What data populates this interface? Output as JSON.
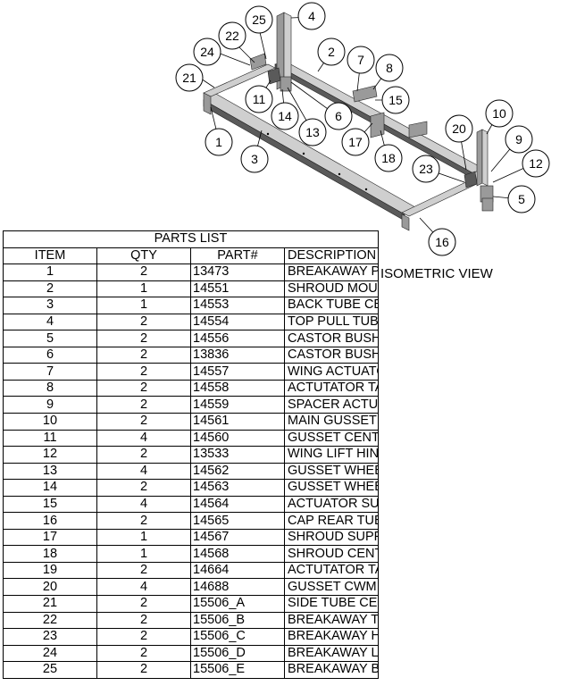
{
  "view_label": "ISOMETRIC VIEW",
  "balloons": [
    "1",
    "2",
    "3",
    "4",
    "5",
    "6",
    "7",
    "8",
    "9",
    "10",
    "11",
    "12",
    "13",
    "14",
    "15",
    "16",
    "17",
    "18",
    "20",
    "21",
    "22",
    "23",
    "24",
    "25"
  ],
  "parts_list": {
    "title": "PARTS LIST",
    "headers": {
      "item": "ITEM",
      "qty": "QTY",
      "part": "PART#",
      "description": "DESCRIPTION"
    },
    "rows": [
      {
        "item": "1",
        "qty": "2",
        "part": "13473",
        "description": "BREAKAWAY PIVOT WA/FA"
      },
      {
        "item": "2",
        "qty": "1",
        "part": "14551",
        "description": "SHROUD MOUNT CENTER TUBE"
      },
      {
        "item": "3",
        "qty": "1",
        "part": "14553",
        "description": "BACK TUBE CENTER FRAME"
      },
      {
        "item": "4",
        "qty": "2",
        "part": "14554",
        "description": "TOP PULL TUBE"
      },
      {
        "item": "5",
        "qty": "2",
        "part": "14556",
        "description": "CASTOR BUSHING MOUNT"
      },
      {
        "item": "6",
        "qty": "2",
        "part": "13836",
        "description": "CASTOR BUSHING"
      },
      {
        "item": "7",
        "qty": "2",
        "part": "14557",
        "description": "WING ACTUATOR MT TUBE"
      },
      {
        "item": "8",
        "qty": "2",
        "part": "14558",
        "description": "ACTUTATOR TAB LONG"
      },
      {
        "item": "9",
        "qty": "2",
        "part": "14559",
        "description": "SPACER ACTUATOR TUBE"
      },
      {
        "item": "10",
        "qty": "2",
        "part": "14561",
        "description": "MAIN GUSSET CENTER FRAME"
      },
      {
        "item": "11",
        "qty": "4",
        "part": "14560",
        "description": "GUSSET CENTER FRAME"
      },
      {
        "item": "12",
        "qty": "2",
        "part": "13533",
        "description": "WING LIFT HINGE TUBE WA/FA"
      },
      {
        "item": "13",
        "qty": "4",
        "part": "14562",
        "description": "GUSSET WHEEL SIDE"
      },
      {
        "item": "14",
        "qty": "2",
        "part": "14563",
        "description": "GUSSET WHEEL BACK"
      },
      {
        "item": "15",
        "qty": "4",
        "part": "14564",
        "description": "ACTUATOR SUPPORT CAP"
      },
      {
        "item": "16",
        "qty": "2",
        "part": "14565",
        "description": "CAP REAR TUBE CENTER FRAME"
      },
      {
        "item": "17",
        "qty": "1",
        "part": "14567",
        "description": "SHROUD SUPPORT CENTER POST"
      },
      {
        "item": "18",
        "qty": "1",
        "part": "14568",
        "description": "SHROUD CENTER SUPPORT PLATE"
      },
      {
        "item": "19",
        "qty": "2",
        "part": "14664",
        "description": "ACTUTATOR TAB SHORT"
      },
      {
        "item": "20",
        "qty": "4",
        "part": "14688",
        "description": "GUSSET CWM TOP"
      },
      {
        "item": "21",
        "qty": "2",
        "part": "15506_A",
        "description": "SIDE TUBE CENTER FRAME"
      },
      {
        "item": "22",
        "qty": "2",
        "part": "15506_B",
        "description": "BREAKAWAY TUBE STANDOFF"
      },
      {
        "item": "23",
        "qty": "2",
        "part": "15506_C",
        "description": "BREAKAWAY HINGE CHANNEL"
      },
      {
        "item": "24",
        "qty": "2",
        "part": "15506_D",
        "description": "BREAKAWAY LOWER CHANNEL"
      },
      {
        "item": "25",
        "qty": "2",
        "part": "15506_E",
        "description": "BREAKAWAY BOTTOMING SPACER"
      }
    ]
  }
}
